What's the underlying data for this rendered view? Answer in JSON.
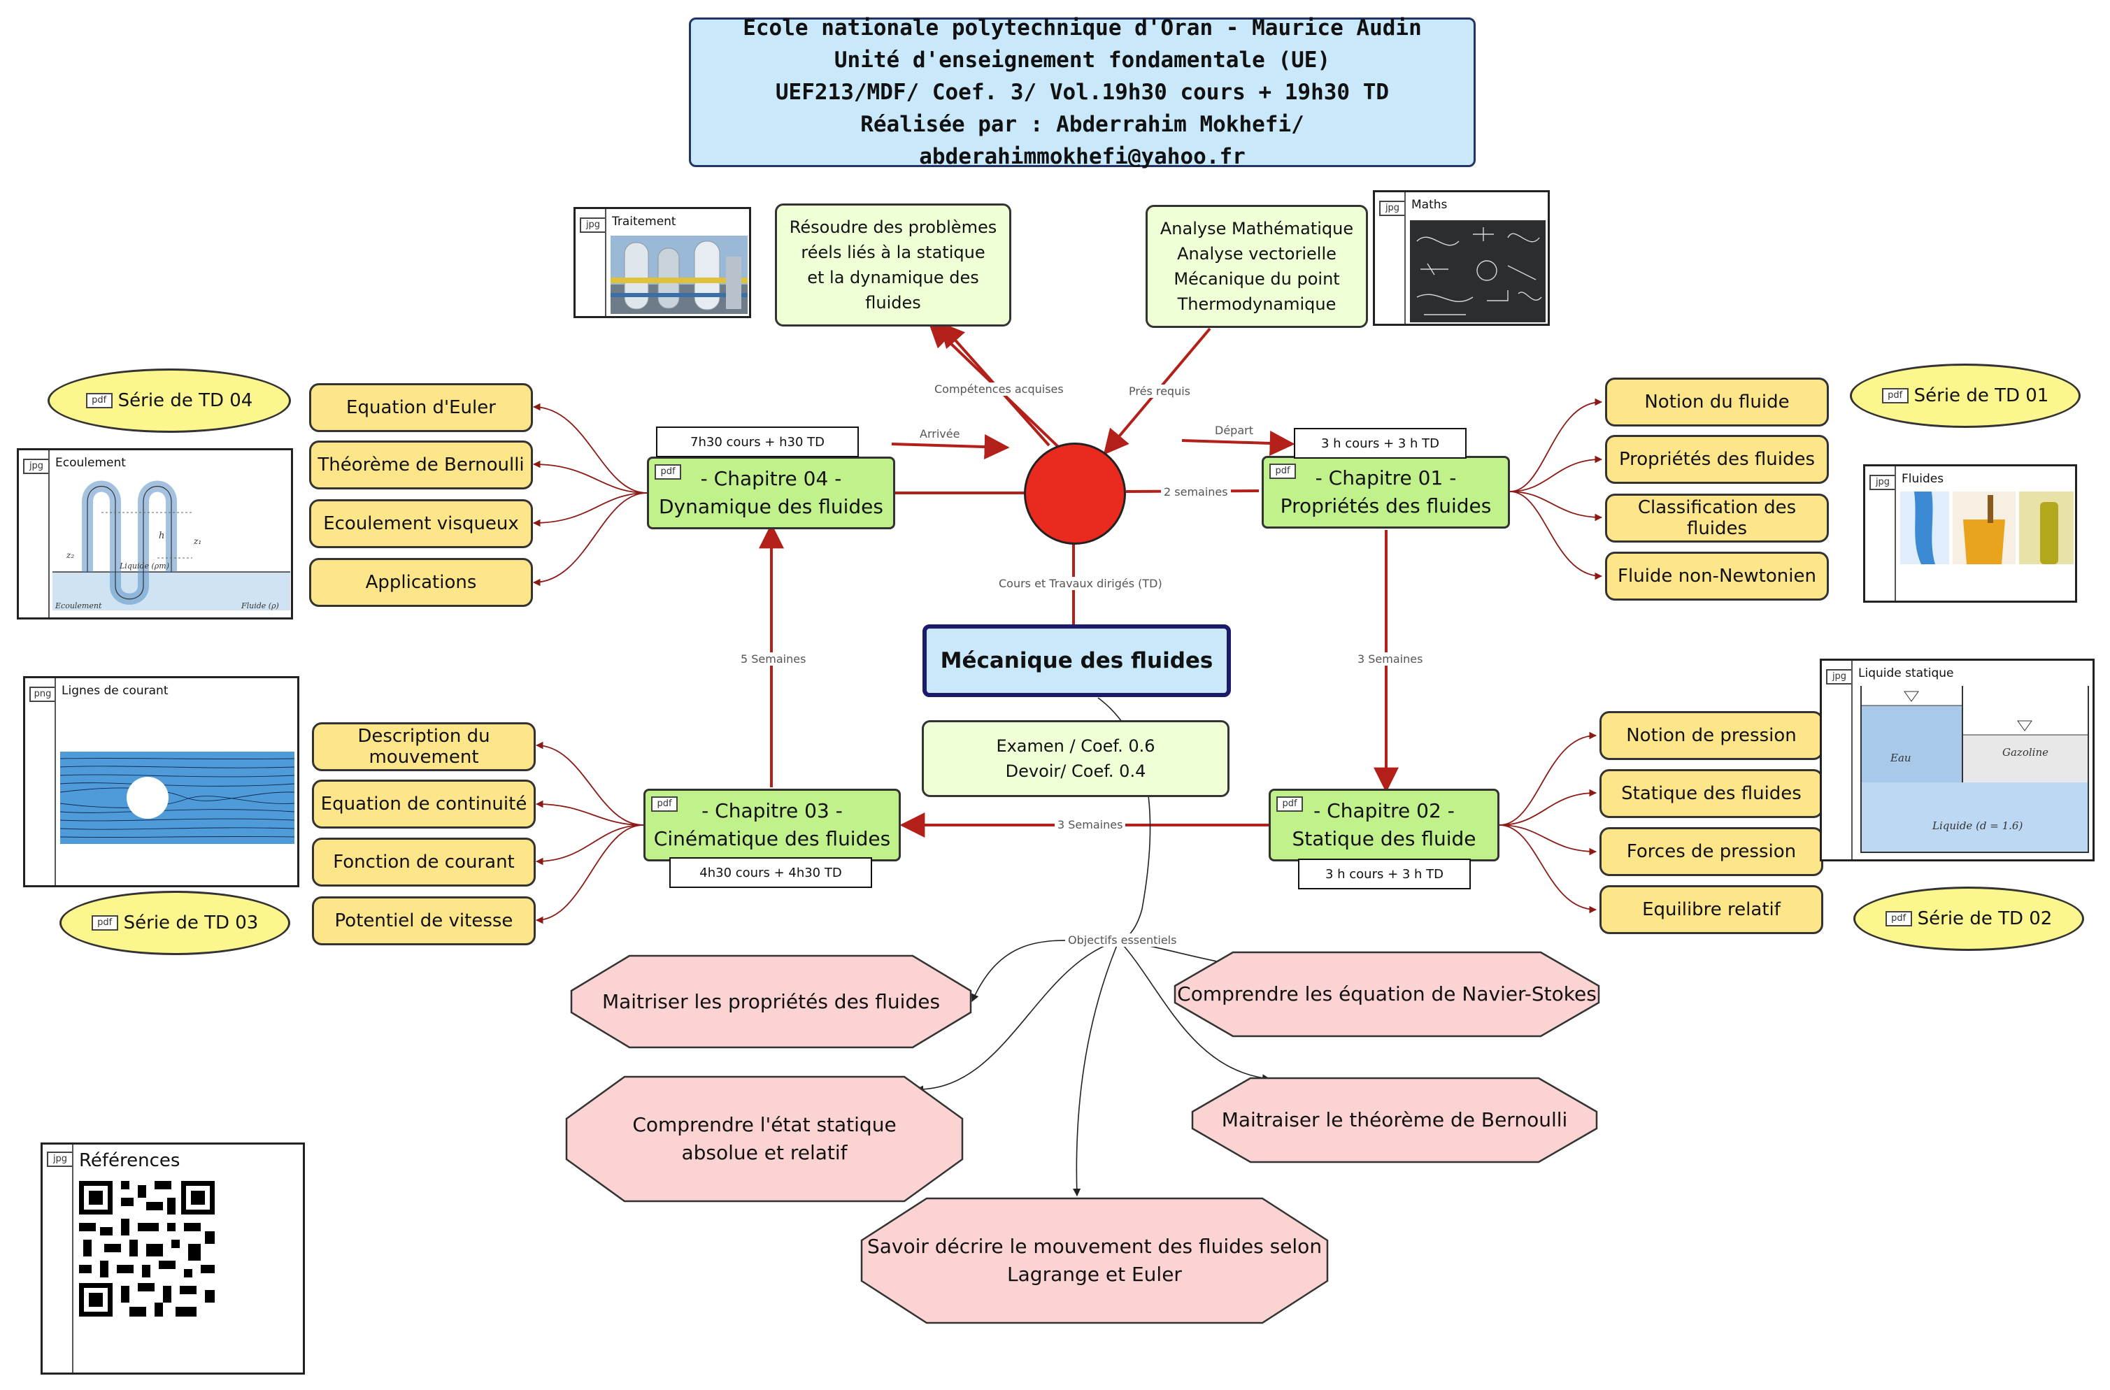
{
  "title": {
    "line1": "Ecole nationale polytechnique d'Oran - Maurice Audin",
    "line2": "Unité d'enseignement fondamentale (UE)",
    "line3": "UEF213/MDF/ Coef. 3/ Vol.19h30 cours + 19h30 TD",
    "line4": "Réalisée par : Abderrahim Mokhefi/ abderahimmokhefi@yahoo.fr"
  },
  "central": "Mécanique des fluides",
  "evaluation": "Examen / Coef. 0.6\nDevoir/ Coef. 0.4",
  "competences": "Résoudre des problèmes\nréels liés à la statique\net la dynamique des fluides",
  "prerequis": "Analyse Mathématique\nAnalyse vectorielle\nMécanique du point\nThermodynamique",
  "edge_labels": {
    "competences": "Compétences acquises",
    "prerequis": "Prés requis",
    "arrivee": "Arrivée",
    "depart": "Départ",
    "deux_semaines": "2 semaines",
    "cours_td": "Cours et Travaux dirigés (TD)",
    "cinq_semaines": "5 Semaines",
    "trois_semaines_a": "3 Semaines",
    "trois_semaines_b": "3 Semaines",
    "objectifs": "Objectifs essentiels"
  },
  "chapters": {
    "ch1": {
      "title": "- Chapitre 01 -\nPropriétés des fluides",
      "time": "3 h cours + 3 h TD",
      "tag": "pdf"
    },
    "ch2": {
      "title": "- Chapitre 02 -\nStatique des fluide",
      "time": "3 h cours + 3 h TD",
      "tag": "pdf"
    },
    "ch3": {
      "title": "- Chapitre 03 -\nCinématique des fluides",
      "time": "4h30  cours + 4h30  TD",
      "tag": "pdf"
    },
    "ch4": {
      "title": "- Chapitre 04 -\nDynamique des fluides",
      "time": "7h30 cours +  h30 TD",
      "tag": "pdf"
    }
  },
  "topics": {
    "ch1": [
      "Notion du fluide",
      "Propriétés des fluides",
      "Classification des fluides",
      "Fluide non-Newtonien"
    ],
    "ch2": [
      "Notion de pression",
      "Statique des fluides",
      "Forces de pression",
      "Equilibre relatif"
    ],
    "ch3": [
      "Description du mouvement",
      "Equation de continuité",
      "Fonction de courant",
      "Potentiel de vitesse"
    ],
    "ch4": [
      "Equation d'Euler",
      "Théorème de Bernoulli",
      "Ecoulement visqueux",
      "Applications"
    ]
  },
  "series": {
    "td1": "Série de TD 01",
    "td2": "Série de TD 02",
    "td3": "Série de TD 03",
    "td4": "Série de TD 04"
  },
  "tags": {
    "pdf": "pdf",
    "jpg": "jpg",
    "png": "png"
  },
  "images": {
    "traitement": "Traitement",
    "maths": "Maths",
    "fluides": "Fluides",
    "liquide_statique": "Liquide statique",
    "ecoulement": "Ecoulement",
    "lignes": "Lignes de courant",
    "references": "Références"
  },
  "image_text": {
    "eau": "Eau",
    "gazoline": "Gazoline",
    "liquide": "Liquide (d = 1.6)",
    "liquide_pm": "Liquide (ρm)",
    "ecoulement": "Ecoulement",
    "fluide": "Fluide (ρ)",
    "h": "h",
    "z1": "z₁",
    "z2": "z₂"
  },
  "objectives": [
    "Maitriser les propriétés des fluides",
    "Comprendre les équation de Navier-Stokes",
    "Comprendre l'état statique\nabsolue et relatif",
    "Maitraiser le théorème de Bernoulli",
    "Savoir décrire le mouvement des fluides selon\nLagrange et Euler"
  ],
  "colors": {
    "edge": "#b3201a",
    "topic_fill": "#fde68a",
    "chapter_fill": "#c1f18b",
    "objective_fill": "#fbd3d3",
    "hub": "#ea2a1e",
    "title_fill": "#c9e9fb"
  }
}
